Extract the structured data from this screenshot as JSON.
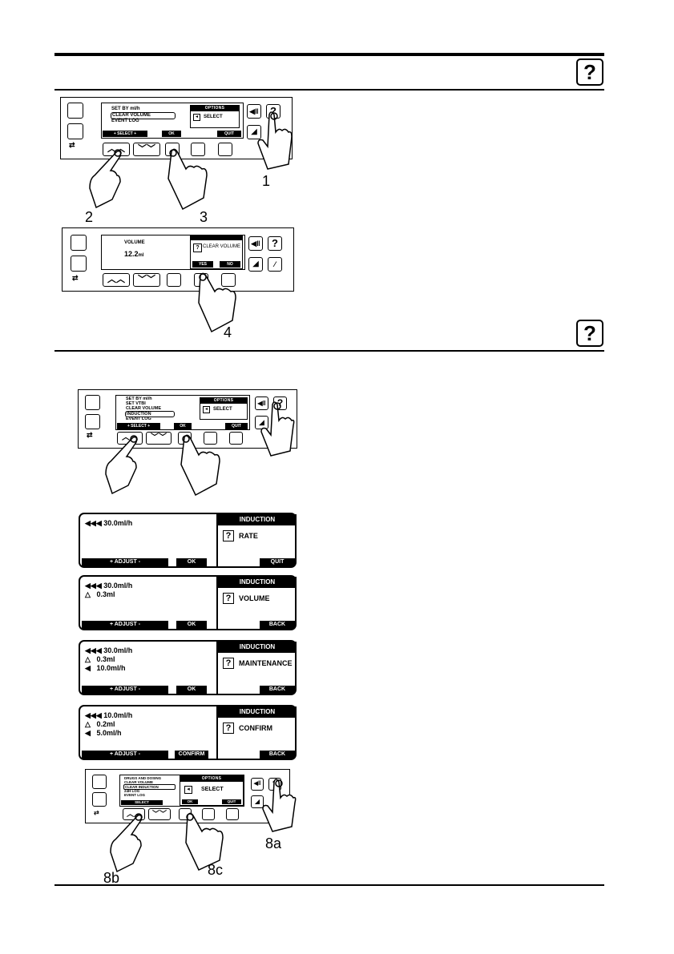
{
  "help_icon": "?",
  "section1": {
    "device1": {
      "menu": [
        "SET BY ml/h",
        "CLEAR VOLUME",
        "EVENT LOG"
      ],
      "options_title": "OPTIONS",
      "options_item": "SELECT",
      "soft_select": "+ SELECT +",
      "soft_ok": "OK",
      "soft_quit": "QUIT"
    },
    "device2": {
      "volume_label": "VOLUME",
      "volume_value": "12.2",
      "volume_unit": "ml",
      "prompt": "CLEAR VOLUME",
      "soft_yes": "YES",
      "soft_no": "NO"
    },
    "callouts": {
      "c1": "1",
      "c2": "2",
      "c3": "3",
      "c4": "4"
    }
  },
  "section2": {
    "device3": {
      "menu": [
        "SET BY ml/h",
        "SET VTBI",
        "CLEAR VOLUME",
        "INDUCTION",
        "EVENT LOG"
      ],
      "options_title": "OPTIONS",
      "options_item": "SELECT",
      "soft_select": "+ SELECT +",
      "soft_ok": "OK",
      "soft_quit": "QUIT"
    },
    "callouts": {
      "c8a": "8a",
      "c8b": "8b",
      "c8c": "8c"
    },
    "panels": [
      {
        "values": [
          "30.0ml/h"
        ],
        "title": "INDUCTION",
        "label": "RATE",
        "adjust": "+     ADJUST     -",
        "ok": "OK",
        "right": "QUIT"
      },
      {
        "values": [
          "30.0ml/h",
          "0.3ml"
        ],
        "title": "INDUCTION",
        "label": "VOLUME",
        "adjust": "+     ADJUST     -",
        "ok": "OK",
        "right": "BACK"
      },
      {
        "values": [
          "30.0ml/h",
          "0.3ml",
          "10.0ml/h"
        ],
        "title": "INDUCTION",
        "label": "MAINTENANCE",
        "adjust": "+     ADJUST     -",
        "ok": "OK",
        "right": "BACK"
      },
      {
        "values": [
          "10.0ml/h",
          "0.2ml",
          "5.0ml/h"
        ],
        "title": "INDUCTION",
        "label": "CONFIRM",
        "adjust": "+     ADJUST     -",
        "ok": "CONFIRM",
        "right": "BACK"
      }
    ],
    "device4": {
      "menu": [
        "DRUGS AND DOSING",
        "CLEAR VOLUME",
        "CLEAR INDUCTION",
        "24H LOG",
        "EVENT LOG"
      ],
      "options_title": "OPTIONS",
      "options_item": "SELECT",
      "soft_select": "SELECT",
      "soft_ok": "OK",
      "soft_quit": "QUIT"
    }
  }
}
